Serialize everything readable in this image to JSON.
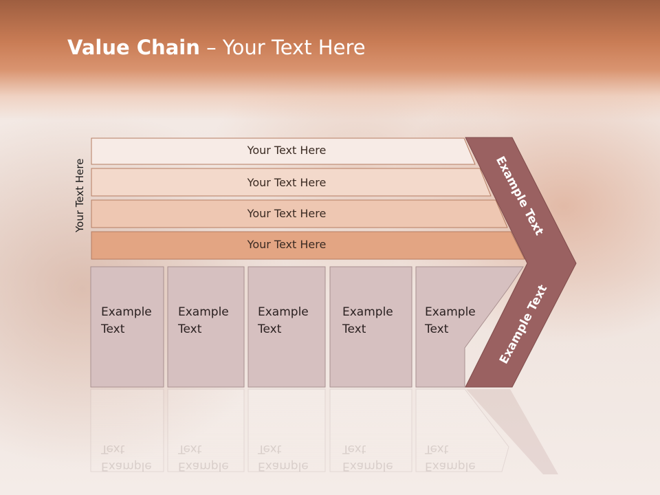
{
  "slide": {
    "title_bold": "Value Chain",
    "title_rest": " – Your Text Here",
    "side_label": "Your Text Here"
  },
  "bars": [
    {
      "label": "Your Text Here",
      "fill": "#f7ebe6"
    },
    {
      "label": "Your Text Here",
      "fill": "#f3d9cb"
    },
    {
      "label": "Your Text Here",
      "fill": "#eec7b2"
    },
    {
      "label": "Your Text Here",
      "fill": "#e3a583"
    }
  ],
  "columns": [
    {
      "line1": "Example",
      "line2": "Text"
    },
    {
      "line1": "Example",
      "line2": "Text"
    },
    {
      "line1": "Example",
      "line2": "Text"
    },
    {
      "line1": "Example",
      "line2": "Text"
    },
    {
      "line1": "Example",
      "line2": "Text"
    }
  ],
  "chevron": {
    "upper_label": "Example Text",
    "lower_label": "Example Text",
    "fill": "#9a6161"
  },
  "colors": {
    "column_fill": "#d6c0c0",
    "column_border": "#a88f8f",
    "bar_border": "#b57c62"
  }
}
